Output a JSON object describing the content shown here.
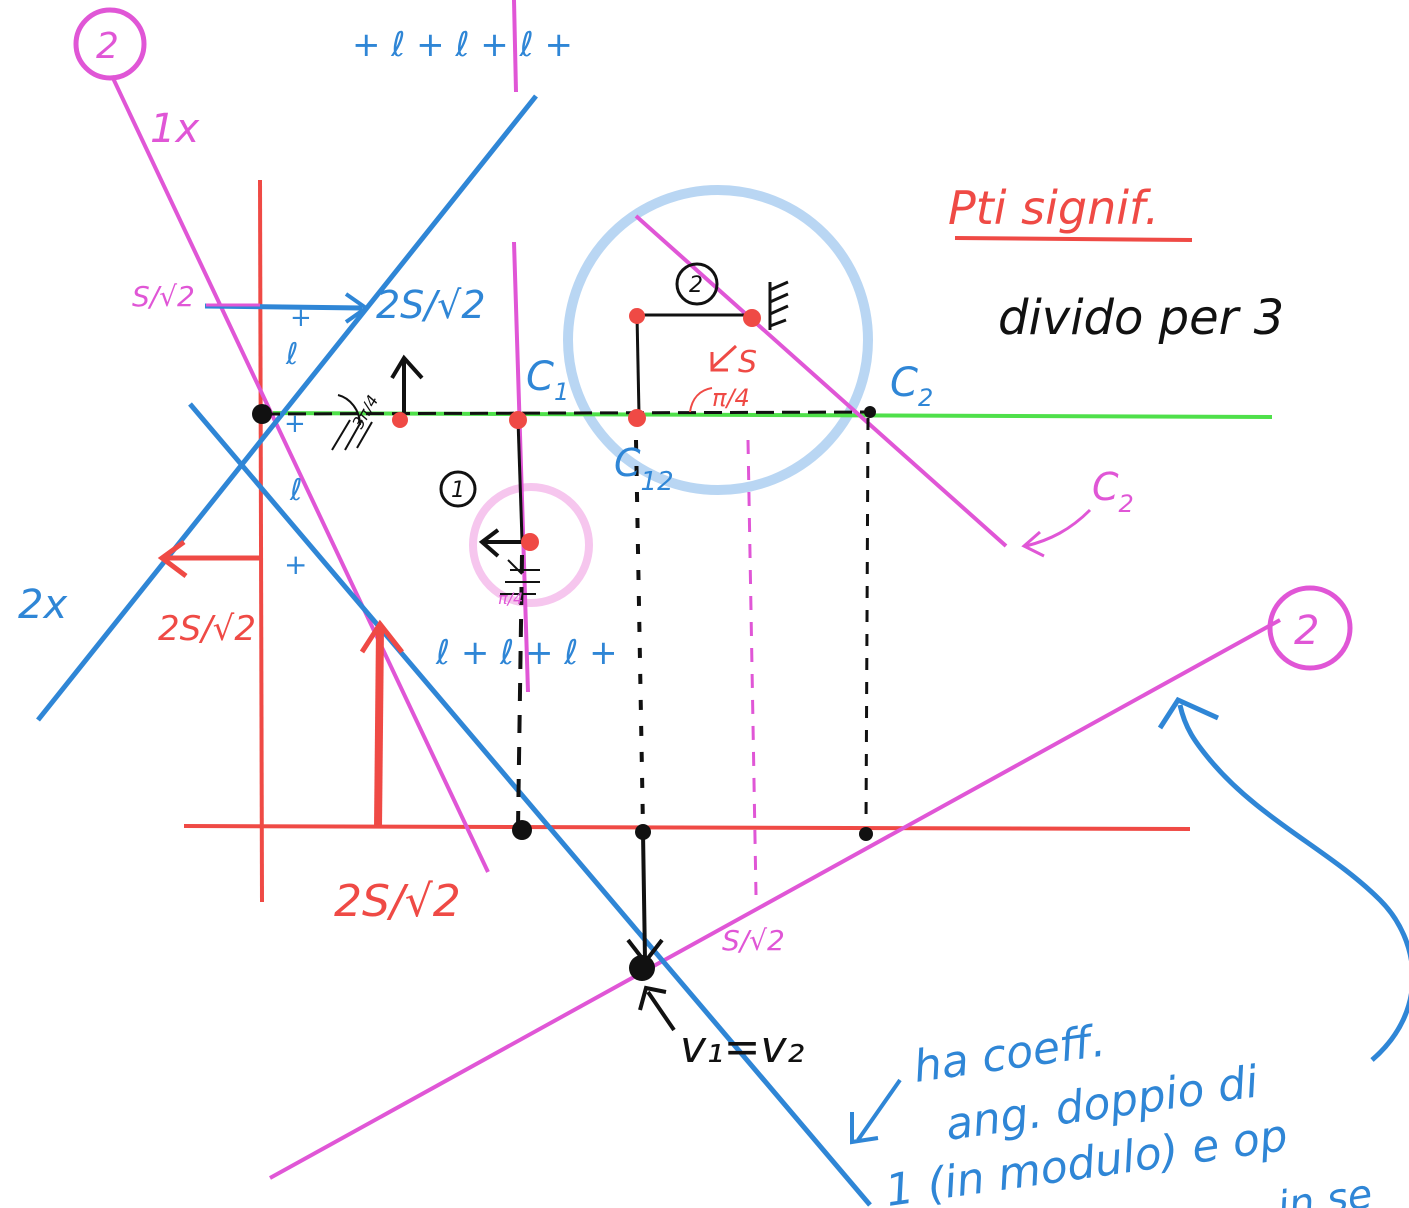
{
  "labels": {
    "top_signs": "+   ℓ   +   ℓ +   ℓ  +",
    "mid_signs_left": "+",
    "mid_signs_right": "ℓ   +   ℓ +   ℓ  +",
    "circle_2_top": "2",
    "circle_2_right": "2",
    "one_x": "1x",
    "two_x": "2x",
    "s_sqrt2_left": "S/√2",
    "two_s_sqrt2_top": "2S/√2",
    "two_s_sqrt2_mid": "2S/√2",
    "two_s_sqrt2_bottom": "2S/√2",
    "s_sqrt2_bottom": "S/√2",
    "c1": "C",
    "c1_sub": "1",
    "c2": "C",
    "c2_sub": "2",
    "c12": "C",
    "c12_sub": "12",
    "c2_curve": "C",
    "c2_curve_sub": "2",
    "body_1": "1",
    "body_2": "2",
    "pi_quarter": "π/4",
    "pi_quarter_rot": "3π/4",
    "pi_small": "π/4",
    "s_disp": "S",
    "pts_signif": "Pti signif.",
    "divido_per_3": "divido per 3",
    "v1_v2": "v₁=v₂",
    "note_line1": "ha coeff.",
    "note_line2": "ang. doppio di",
    "note_line3": "1 (in modulo) e op",
    "note_line4": "in se",
    "ell_a": "ℓ",
    "ell_b": "ℓ",
    "plus_a": "+",
    "plus_b": "+",
    "plus_c": "+"
  },
  "colors": {
    "blue": "#2f86d6",
    "magenta": "#e056d6",
    "red": "#ef4a45",
    "green": "#4fe04a",
    "black": "#111111",
    "light_blue": "#b9d6f3",
    "light_pink": "#f6c6ee"
  }
}
